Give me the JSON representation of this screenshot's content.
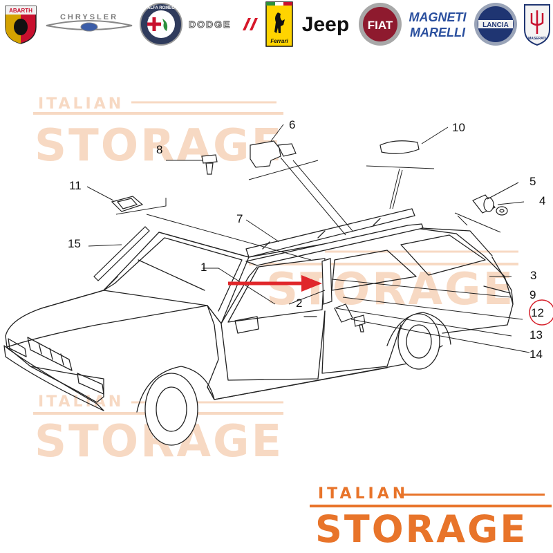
{
  "brands": [
    {
      "id": "abarth",
      "label": "ABARTH"
    },
    {
      "id": "chrysler",
      "label": "CHRYSLER"
    },
    {
      "id": "alfa-romeo",
      "label": "ALFA ROMEO"
    },
    {
      "id": "dodge",
      "label": "DODGE"
    },
    {
      "id": "ferrari",
      "label": "Ferrari"
    },
    {
      "id": "jeep",
      "label": "Jeep"
    },
    {
      "id": "fiat",
      "label": "FIAT"
    },
    {
      "id": "magneti-marelli",
      "label": "MAGNETI MARELLI"
    },
    {
      "id": "lancia",
      "label": "LANCIA"
    },
    {
      "id": "maserati",
      "label": "MASERATI"
    }
  ],
  "watermark": {
    "small": "ITALIAN",
    "big": "STORAGE"
  },
  "callouts": [
    "1",
    "2",
    "3",
    "4",
    "5",
    "6",
    "7",
    "8",
    "9",
    "10",
    "11",
    "12",
    "13",
    "14",
    "15"
  ],
  "highlighted_callout": "12",
  "footer_logo": {
    "small": "ITALIAN",
    "big": "STORAGE"
  },
  "colors": {
    "accent": "#e8742a",
    "watermark": "#f7d9c3",
    "arrow": "#e0262a",
    "highlight_circle": "#d6202a",
    "line": "#222222"
  }
}
